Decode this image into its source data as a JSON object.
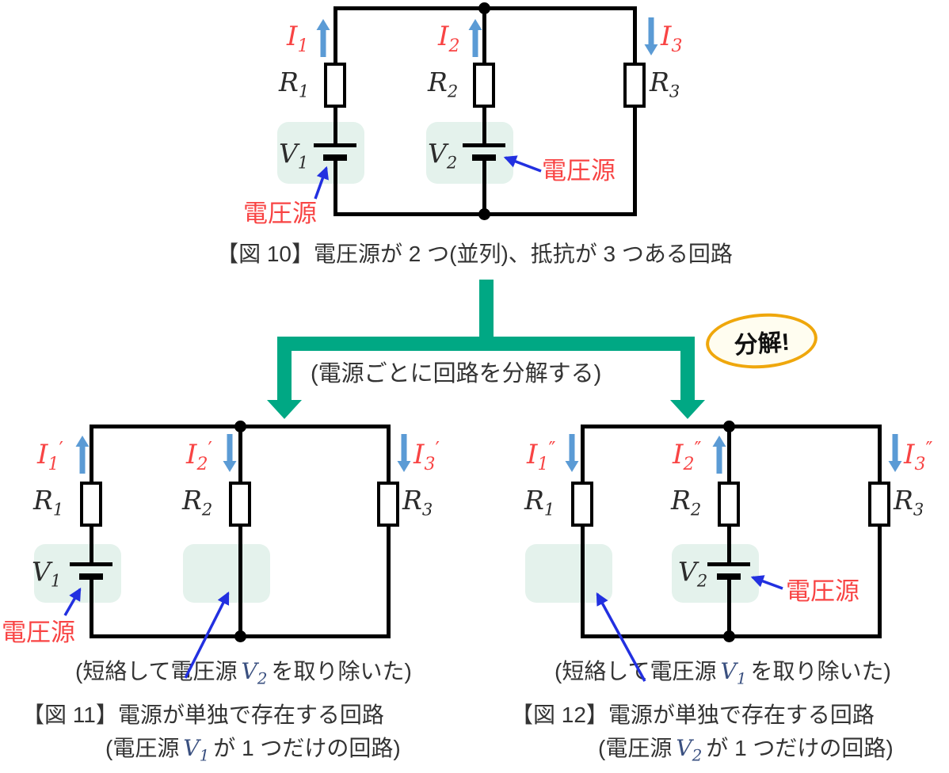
{
  "colors": {
    "wire": "#000000",
    "text_dark": "#333333",
    "label_red": "#f84444",
    "current_arrow_blue": "#5b9bd5",
    "pointer_arrow_blue": "#2230e0",
    "splitter_green": "#00a884",
    "source_highlight_mint": "#e4f2ec",
    "badge_border_amber": "#efa70c",
    "badge_fill_cream": "#fffdf0",
    "caption_math_navy": "#3a5080"
  },
  "fig10": {
    "caption": "【図 10】電圧源が 2 つ(並列)、抵抗が 3 つある回路",
    "currents": [
      {
        "base": "I",
        "sub": "1",
        "prime": "",
        "direction": "up"
      },
      {
        "base": "I",
        "sub": "2",
        "prime": "",
        "direction": "up"
      },
      {
        "base": "I",
        "sub": "3",
        "prime": "",
        "direction": "down"
      }
    ],
    "resistors": [
      {
        "base": "R",
        "sub": "1"
      },
      {
        "base": "R",
        "sub": "2"
      },
      {
        "base": "R",
        "sub": "3"
      }
    ],
    "sources": [
      {
        "base": "V",
        "sub": "1"
      },
      {
        "base": "V",
        "sub": "2"
      }
    ],
    "source_label_left": "電圧源",
    "source_label_right": "電圧源"
  },
  "splitter": {
    "note": "(電源ごとに回路を分解する)",
    "badge": "分解!"
  },
  "fig11": {
    "currents": [
      {
        "base": "I",
        "sub": "1",
        "prime": "′",
        "direction": "up"
      },
      {
        "base": "I",
        "sub": "2",
        "prime": "′",
        "direction": "down"
      },
      {
        "base": "I",
        "sub": "3",
        "prime": "′",
        "direction": "down"
      }
    ],
    "resistors": [
      {
        "base": "R",
        "sub": "1"
      },
      {
        "base": "R",
        "sub": "2"
      },
      {
        "base": "R",
        "sub": "3"
      }
    ],
    "source": {
      "base": "V",
      "sub": "1"
    },
    "source_label": "電圧源",
    "note": {
      "pre": "(短絡して電圧源",
      "math_base": "V",
      "math_sub": "2",
      "post": "を取り除いた)"
    },
    "caption_line1": "【図 11】電源が単独で存在する回路",
    "caption_line2": {
      "pre": "(電圧源",
      "math_base": "V",
      "math_sub": "1",
      "post": "が 1 つだけの回路)"
    }
  },
  "fig12": {
    "currents": [
      {
        "base": "I",
        "sub": "1",
        "prime": "″",
        "direction": "down"
      },
      {
        "base": "I",
        "sub": "2",
        "prime": "″",
        "direction": "up"
      },
      {
        "base": "I",
        "sub": "3",
        "prime": "″",
        "direction": "down"
      }
    ],
    "resistors": [
      {
        "base": "R",
        "sub": "1"
      },
      {
        "base": "R",
        "sub": "2"
      },
      {
        "base": "R",
        "sub": "3"
      }
    ],
    "source": {
      "base": "V",
      "sub": "2"
    },
    "source_label": "電圧源",
    "note": {
      "pre": "(短絡して電圧源",
      "math_base": "V",
      "math_sub": "1",
      "post": "を取り除いた)"
    },
    "caption_line1": "【図 12】電源が単独で存在する回路",
    "caption_line2": {
      "pre": "(電圧源",
      "math_base": "V",
      "math_sub": "2",
      "post": "が 1 つだけの回路)"
    }
  }
}
